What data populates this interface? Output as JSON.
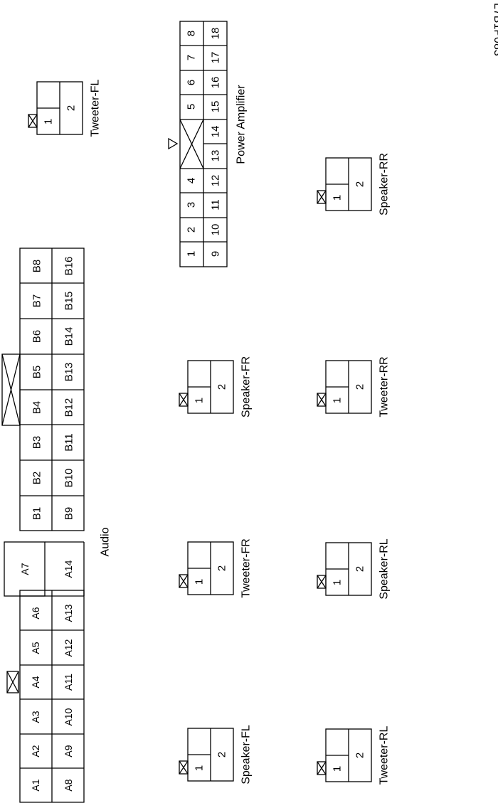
{
  "figure_code": "L7B1P083",
  "audio": {
    "label": "Audio",
    "a_top": [
      "A1",
      "A2",
      "A3",
      "A4",
      "A5",
      "A6",
      "A7"
    ],
    "a_bottom": [
      "A8",
      "A9",
      "A10",
      "A11",
      "A12",
      "A13",
      "A14"
    ],
    "b_top": [
      "B1",
      "B2",
      "B3",
      "B4",
      "B5",
      "B6",
      "B7",
      "B8"
    ],
    "b_bottom": [
      "B9",
      "B10",
      "B11",
      "B12",
      "B13",
      "B14",
      "B15",
      "B16"
    ]
  },
  "power_amplifier": {
    "label": "Power Amplifier",
    "top": [
      "1",
      "2",
      "3",
      "4",
      "",
      "5",
      "6",
      "7",
      "8"
    ],
    "bottom": [
      "9",
      "10",
      "11",
      "12",
      "13",
      "14",
      "15",
      "16",
      "17",
      "18"
    ]
  },
  "connectors": [
    {
      "label": "Tweeter-FL",
      "pins": [
        "1",
        "2"
      ]
    },
    {
      "label": "Speaker-RR",
      "pins": [
        "1",
        "2"
      ]
    },
    {
      "label": "Speaker-FR",
      "pins": [
        "1",
        "2"
      ]
    },
    {
      "label": "Tweeter-RR",
      "pins": [
        "1",
        "2"
      ]
    },
    {
      "label": "Tweeter-FR",
      "pins": [
        "1",
        "2"
      ]
    },
    {
      "label": "Speaker-RL",
      "pins": [
        "1",
        "2"
      ]
    },
    {
      "label": "Speaker-FL",
      "pins": [
        "1",
        "2"
      ]
    },
    {
      "label": "Tweeter-RL",
      "pins": [
        "1",
        "2"
      ]
    }
  ]
}
